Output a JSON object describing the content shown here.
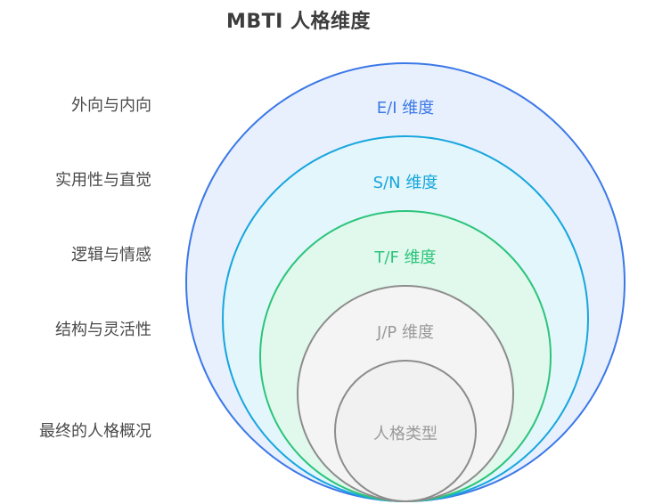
{
  "title": "MBTI 人格维度",
  "side_labels": [
    "外向与内向",
    "实用性与直觉",
    "逻辑与情感",
    "结构与灵活性",
    "最终的人格概况"
  ],
  "rings": [
    {
      "label": "E/I 维度",
      "fill": "#e8f0fd",
      "stroke": "#3b78e7",
      "text_color": "#3b78e7"
    },
    {
      "label": "S/N 维度",
      "fill": "#e3f6fc",
      "stroke": "#17a6dd",
      "text_color": "#17a6dd"
    },
    {
      "label": "T/F 维度",
      "fill": "#e0f9ec",
      "stroke": "#2cc47b",
      "text_color": "#2cc47b"
    },
    {
      "label": "J/P 维度",
      "fill": "#f4f4f4",
      "stroke": "#8c8c8c",
      "text_color": "#9a9a9a"
    },
    {
      "label": "人格类型",
      "fill": "#f1f1f1",
      "stroke": "#8c8c8c",
      "text_color": "#9a9a9a"
    }
  ]
}
